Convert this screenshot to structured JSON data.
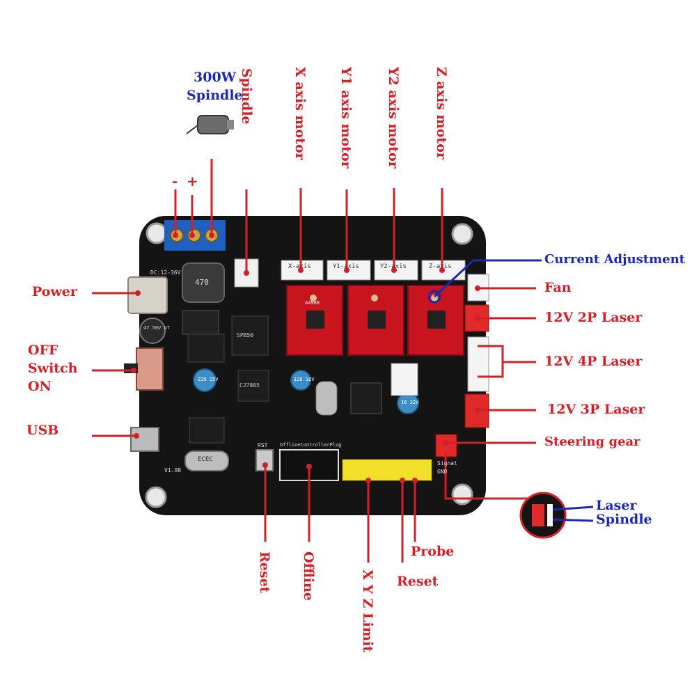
{
  "top_labels": {
    "spindle_motor_title": "300W",
    "spindle_motor_subtitle": "Spindle",
    "spindle": "Spindle",
    "x_motor": "X axis motor",
    "y1_motor": "Y1 axis motor",
    "y2_motor": "Y2 axis motor",
    "z_motor": "Z axis motor",
    "minus": "-",
    "plus": "+"
  },
  "left_labels": {
    "power": "Power",
    "off": "OFF",
    "switch": "Switch",
    "on": "ON",
    "usb": "USB"
  },
  "right_labels": {
    "current_adjustment": "Current Adjustment",
    "fan": "Fan",
    "laser_2p": "12V 2P Laser",
    "laser_4p": "12V 4P Laser",
    "laser_3p": "12V 3P Laser",
    "steering_gear": "Steering gear",
    "laser": "Laser",
    "spindle_jumper": "Spindle"
  },
  "bottom_labels": {
    "reset_button": "Reset",
    "offline": "Offline",
    "xyz_limit": "X Y Z Limit",
    "probe": "Probe",
    "reset_pin": "Reset"
  },
  "board_silkscreen": {
    "x_axis": "X-axis",
    "y1_axis": "Y1-axis",
    "y2_axis": "Y2-axis",
    "z_axis": "Z-axis",
    "voltage": "DC:12-36V",
    "inductor": "470",
    "cap1": "47 50V UT",
    "cap2": "220 25V",
    "cap3": "120 16V",
    "cap4": "16 32V",
    "chip_mosfet": "SPB50",
    "regulator": "CJ7805",
    "offline_plug": "OfflineControllerPlug",
    "rst": "RST",
    "crystal": "ECEC",
    "version": "V1.98",
    "signal": "Signal",
    "gnd": "GND",
    "driver": "A4988"
  },
  "colors": {
    "label_red": "#d32027",
    "label_blue": "#1a2ab0",
    "board": "#141414",
    "driver_red": "#c8141e",
    "terminal_blue": "#1e5fbf",
    "header_yellow": "#f2e02a"
  }
}
